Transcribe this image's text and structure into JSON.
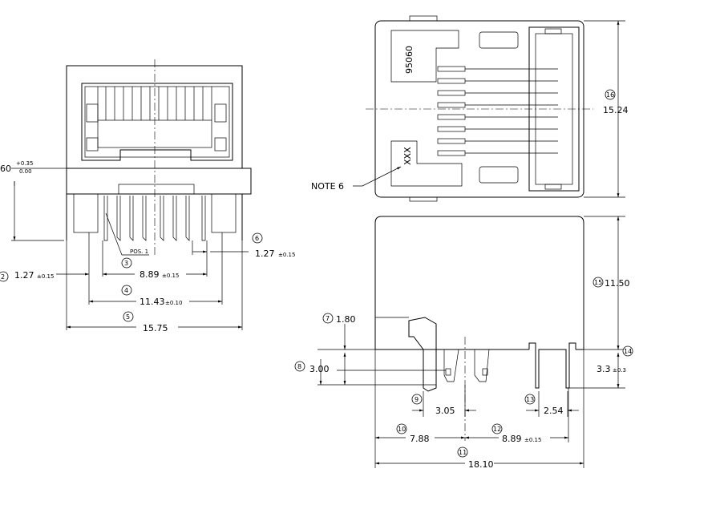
{
  "front_view": {
    "height_dim": {
      "value": "60",
      "tol_plus": "+0.35",
      "tol_minus": "0.00"
    },
    "pos_label": "POS. 1",
    "dims": [
      {
        "id": "2",
        "label": "1.27",
        "tol": "±0.15"
      },
      {
        "id": "3",
        "label": "8.89",
        "tol": "±0.15"
      },
      {
        "id": "4",
        "label": "11.43",
        "tol": "±0.10"
      },
      {
        "id": "5",
        "label": "15.75",
        "tol": ""
      },
      {
        "id": "6",
        "label": "1.27",
        "tol": "±0.15"
      }
    ]
  },
  "top_view": {
    "part_number": "95060",
    "marking": "XXX",
    "note": "NOTE 6",
    "dims": [
      {
        "id": "16",
        "label": "15.24"
      }
    ]
  },
  "side_view": {
    "dims": [
      {
        "id": "7",
        "label": "1.80",
        "tol": ""
      },
      {
        "id": "8",
        "label": "3.00",
        "tol": ""
      },
      {
        "id": "9",
        "label": "3.05",
        "tol": ""
      },
      {
        "id": "10",
        "label": "7.88",
        "tol": ""
      },
      {
        "id": "11",
        "label": "18.10",
        "tol": ""
      },
      {
        "id": "12",
        "label": "8.89",
        "tol": "±0.15"
      },
      {
        "id": "13",
        "label": "2.54",
        "tol": ""
      },
      {
        "id": "14",
        "label": "3.3",
        "tol": "±0.3"
      },
      {
        "id": "15",
        "label": "11.50",
        "tol": ""
      }
    ]
  }
}
